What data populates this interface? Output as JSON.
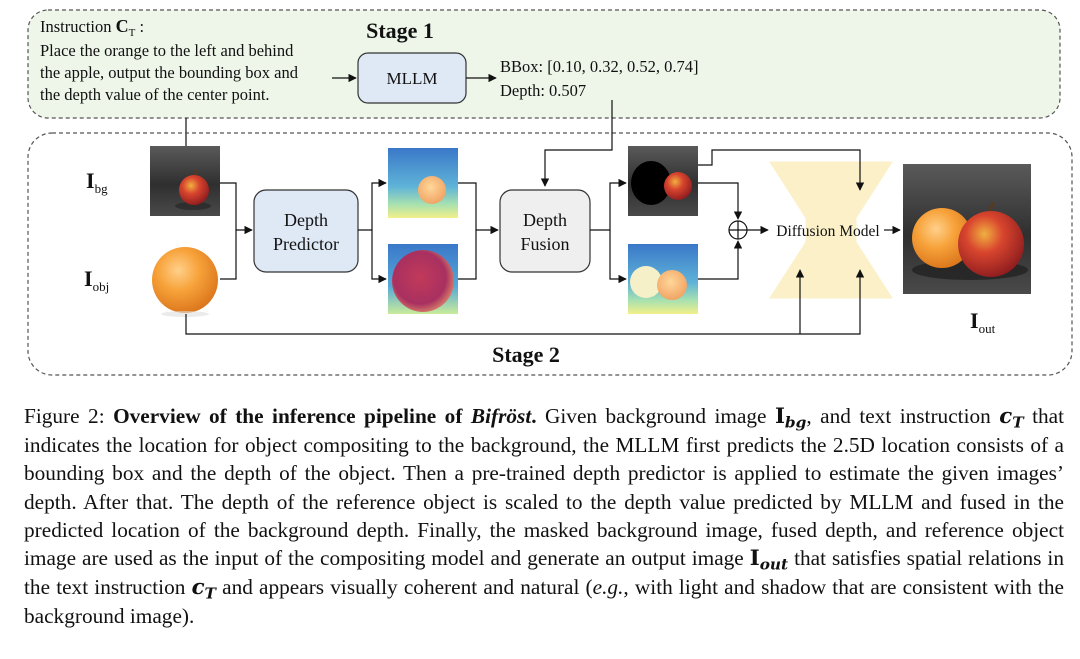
{
  "stage1": {
    "title": "Stage 1",
    "instruction_label": "Instruction ",
    "instruction_sym": "C",
    "instruction_sub": "T",
    "instruction_colon": " :",
    "instruction_lines": [
      "Place the orange to the left and behind",
      "the apple, output the bounding box and",
      "the depth value of the center point."
    ],
    "mllm_label": "MLLM",
    "bbox_text": "BBox: [0.10, 0.32, 0.52, 0.74]",
    "depth_text": "Depth: 0.507"
  },
  "stage2": {
    "title": "Stage 2",
    "input_bg_sym": "I",
    "input_bg_sub": "bg",
    "input_obj_sym": "I",
    "input_obj_sub": "obj",
    "depth_predictor_lines": [
      "Depth",
      "Predictor"
    ],
    "depth_fusion_lines": [
      "Depth",
      "Fusion"
    ],
    "diffusion_label": "Diffusion Model",
    "output_sym": "I",
    "output_sub": "out"
  },
  "caption": {
    "prefix": "Figure 2: ",
    "bold_title": "Overview of the inference pipeline of ",
    "bold_italic_name": "Bifröst",
    "bold_period": ".",
    "t1": " Given background image ",
    "m_bg": "I",
    "m_bg_sub": "bg",
    "t2": ", and text instruction ",
    "m_c": "c",
    "m_c_sub": "T",
    "t3": " that indicates the location for object compositing to the background, the MLLM first predicts the 2.5D location consists of a bounding box and the depth of the object. Then a pre-trained depth predictor is applied to estimate the given images’ depth. After that. The depth of the reference object is scaled to the depth value predicted by MLLM and fused in the predicted location of the background depth. Finally, the masked background image, fused depth, and reference object image are used as the input of the compositing model and generate an output image ",
    "m_out": "I",
    "m_out_sub": "out",
    "t4": " that satisfies spatial relations in the text instruction ",
    "m_c2": "c",
    "m_c2_sub": "T",
    "t5": " and appears visually coherent and natural (",
    "eg": "e.g.",
    "t6": ", with light and shadow that are consistent with the background image)."
  },
  "colors": {
    "stage1_fill": "#eef6ea",
    "depth_box_fill": "#dfe9f5",
    "fusion_box_fill": "#efefef",
    "diffusion_fill": "#fbf0c8",
    "orange": "#f39a2a",
    "apple_red": "#c8262c"
  }
}
